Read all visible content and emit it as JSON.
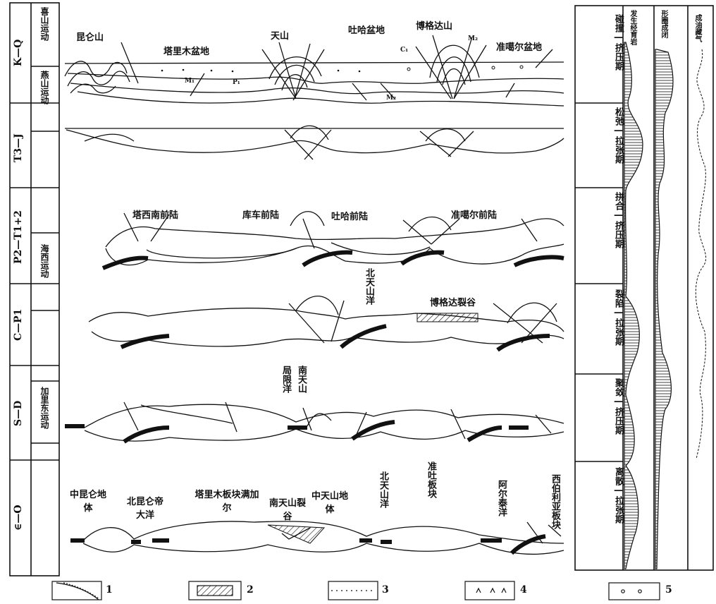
{
  "left_column": {
    "periods": [
      "K—Q",
      "T3—J",
      "P2—T1+2",
      "C—P1",
      "S—D",
      "∈—O"
    ],
    "orogenies": [
      "喜山运动",
      "燕山运动",
      "海西运动",
      "加里东运动"
    ]
  },
  "right_column": {
    "headers": [
      "发生经育岩",
      "形圈成闭",
      "成油藏气"
    ],
    "stages": [
      "碰撞—挤压期",
      "松弛—拉张期",
      "拼合—挤压期",
      "裂陷—拉张期",
      "聚敛—挤压期",
      "离散—拉张期"
    ]
  },
  "sections": {
    "kq": {
      "kunlun": "昆仑山",
      "tarim_basin": "塔里木盆地",
      "tianshan": "天山",
      "tuha_basin": "吐哈盆地",
      "bogda": "博格达山",
      "junggar_basin": "准噶尔盆地",
      "sym_c1": "C₁",
      "sym_m1": "M₁",
      "sym_m2": "M₂",
      "sym_m3": "M₂",
      "sym_p": "P₁"
    },
    "p2t": {
      "taxinan": "塔西南前陆",
      "kuche": "库车前陆",
      "tuha": "吐哈前陆",
      "junggar": "准噶尔前陆"
    },
    "cp": {
      "north_tianshan_ocean": "北天山洋",
      "bogda_rift": "博格达裂谷"
    },
    "sd": {
      "local_ocean": "局限洋",
      "south_tianshan": "南天山"
    },
    "eo": {
      "mid_kunlun": "中昆仑地体",
      "north_kunlun": "北昆仑帝大洋",
      "tarim_plate": "塔里木板块满加尔",
      "south_tianshan_rift": "南天山裂谷",
      "mid_tianshan": "中天山地体",
      "north_tianshan": "北天山洋",
      "juntu_plate": "准吐板块",
      "altai_ocean": "阿尔泰洋",
      "siberia_plate": "西伯利亚板块"
    }
  },
  "legend": {
    "items": [
      "1",
      "2",
      "3",
      "4",
      "5"
    ]
  }
}
